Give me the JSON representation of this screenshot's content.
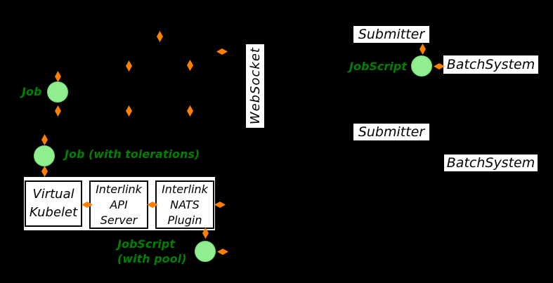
{
  "diagram": {
    "background_color": "#000000",
    "node_fill_color": "#90ee90",
    "node_border_color": "#6edc6e",
    "connector_diamond_color": "#ff8000",
    "green_label_color": "#008000",
    "box_fill_color": "#ffffff",
    "box_border_color": "#000000",
    "green_labels": {
      "job": "Job",
      "job_tolerations": "Job (with tolerations)",
      "jobscript": "JobScript",
      "jobscript_pool_line1": "JobScript",
      "jobscript_pool_line2": "(with pool)"
    },
    "boxes": {
      "websocket": "WebSocket",
      "submitter_top": "Submitter",
      "batchsystem_top": "BatchSystem",
      "submitter_middle": "Submitter",
      "batchsystem_middle": "BatchSystem",
      "virtual_kubelet_lines": [
        "Virtual",
        "Kubelet"
      ],
      "interlink_api_lines": [
        "Interlink",
        "API",
        "Server"
      ],
      "interlink_nats_lines": [
        "Interlink",
        "NATS",
        "Plugin"
      ]
    }
  }
}
